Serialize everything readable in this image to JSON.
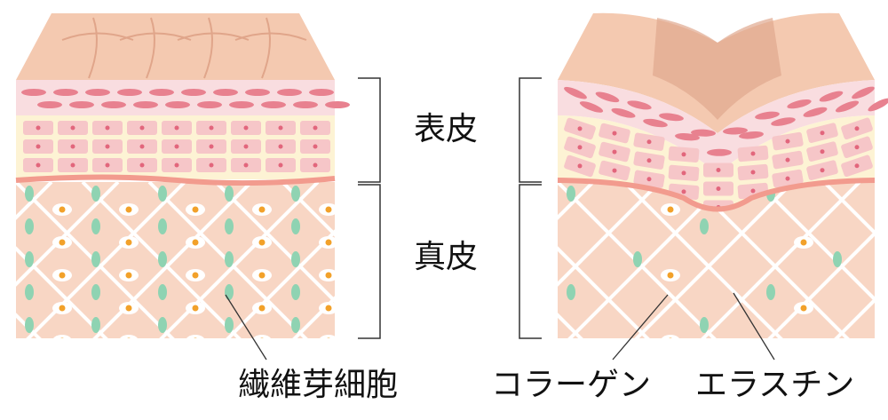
{
  "labels": {
    "epidermis": "表皮",
    "dermis": "真皮",
    "fibroblast": "繊維芽細胞",
    "collagen": "コラーゲン",
    "elastin": "エラスチン"
  },
  "colors": {
    "surface": "#f4c9b0",
    "surface_line": "#e0a58a",
    "granular": "#f9dde0",
    "granular_cell": "#e8818f",
    "spinous": "#fdf3d4",
    "cell": "#f6c6c8",
    "nucleus": "#e2667c",
    "basement": "#f29b8e",
    "dermis": "#f8d6c4",
    "fiber": "#ffffff",
    "elastin": "#8fd3b2",
    "fibroblast_nucleus": "#f2a12a"
  }
}
